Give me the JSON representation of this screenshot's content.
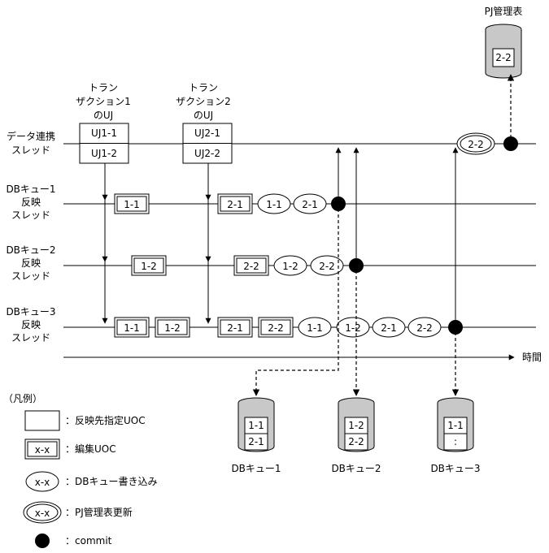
{
  "pj_table": {
    "label": "PJ管理表",
    "value": "2-2"
  },
  "header_trans1": [
    "トラン",
    "ザクション1",
    "のUJ"
  ],
  "header_trans2": [
    "トラン",
    "ザクション2",
    "のUJ"
  ],
  "rows": [
    {
      "label": [
        "データ連携",
        "スレッド"
      ]
    },
    {
      "label": [
        "DBキュー1",
        "反映",
        "スレッド"
      ]
    },
    {
      "label": [
        "DBキュー2",
        "反映",
        "スレッド"
      ]
    },
    {
      "label": [
        "DBキュー3",
        "反映",
        "スレッド"
      ]
    }
  ],
  "uj1": [
    "UJ1-1",
    "UJ1-2"
  ],
  "uj2": [
    "UJ2-1",
    "UJ2-2"
  ],
  "row1_items": [
    "1-1",
    "2-1",
    "1-1",
    "2-1"
  ],
  "row2_items": [
    "1-2",
    "2-2",
    "1-2",
    "2-2"
  ],
  "row3_items": [
    "1-1",
    "1-2",
    "2-1",
    "2-2",
    "1-1",
    "1-2",
    "2-1",
    "2-2"
  ],
  "pj_update": "2-2",
  "time_label": "時間",
  "dbs": [
    {
      "label": "DBキュー1",
      "cells": [
        "1-1",
        "2-1"
      ]
    },
    {
      "label": "DBキュー2",
      "cells": [
        "1-2",
        "2-2"
      ]
    },
    {
      "label": "DBキュー3",
      "cells": [
        "1-1",
        ":"
      ]
    }
  ],
  "legend": {
    "title": "（凡例）",
    "items": [
      {
        "symbol": "",
        "text": "：反映先指定UOC"
      },
      {
        "symbol": "x-x",
        "text": "：編集UOC"
      },
      {
        "symbol": "x-x",
        "text": "：DBキュー書き込み"
      },
      {
        "symbol": "x-x",
        "text": "：PJ管理表更新"
      },
      {
        "symbol": "",
        "text": "：commit"
      }
    ]
  }
}
